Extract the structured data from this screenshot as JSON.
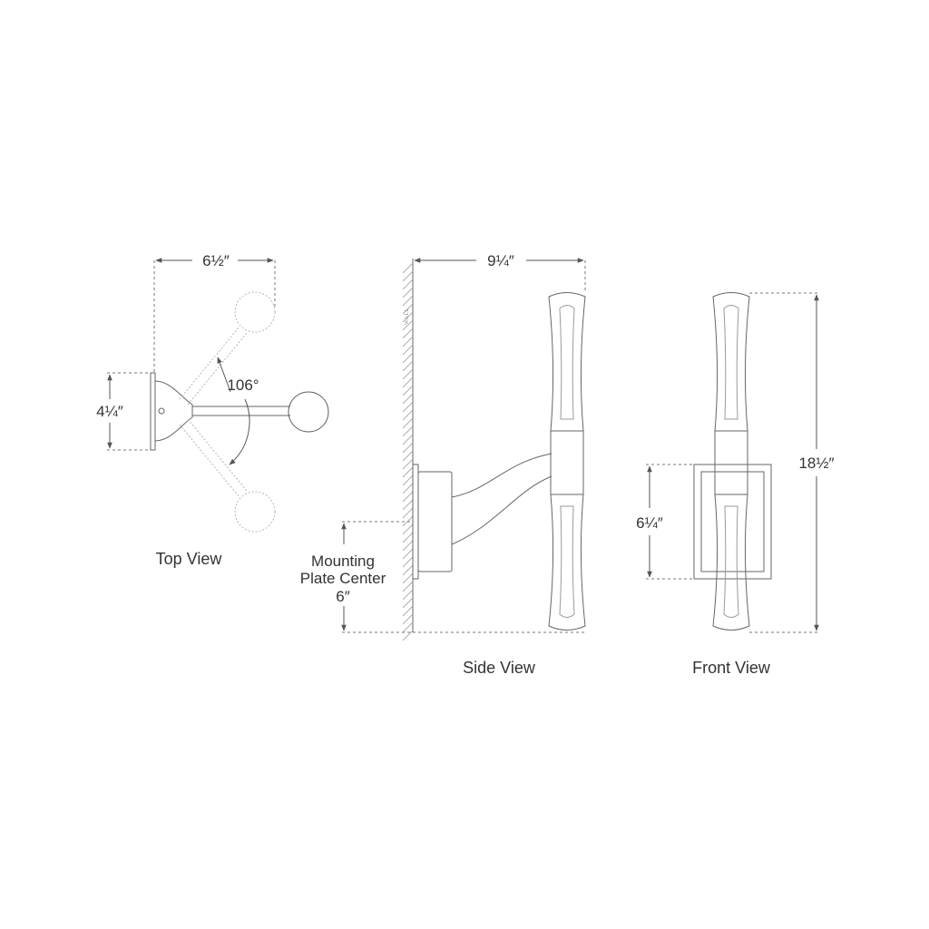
{
  "top_view": {
    "width_label": "6½″",
    "depth_label": "4¼″",
    "angle_label": "106°",
    "caption": "Top View"
  },
  "side_view": {
    "projection_label": "9¼″",
    "wall_label": "WALL",
    "mounting_label_line1": "Mounting",
    "mounting_label_line2": "Plate Center",
    "mounting_value": "6″",
    "caption": "Side View"
  },
  "front_view": {
    "height_label": "18½″",
    "backplate_label": "6¼″",
    "caption": "Front View"
  },
  "colors": {
    "line": "#666666",
    "text": "#333333",
    "background": "#ffffff"
  }
}
